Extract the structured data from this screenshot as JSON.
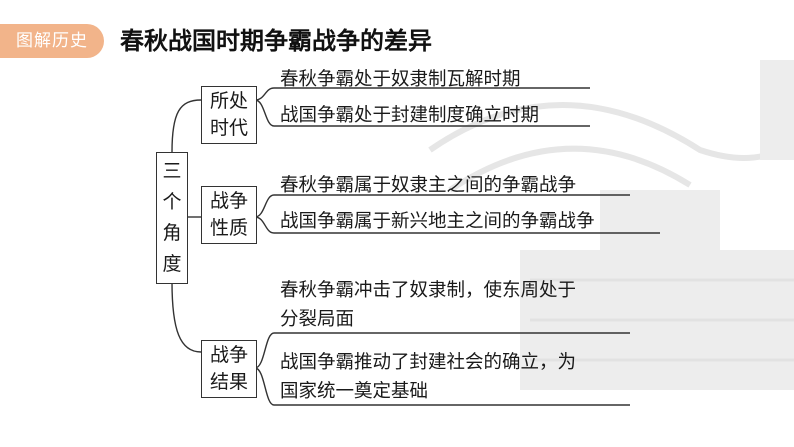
{
  "header": {
    "tag_label": "图解历史",
    "title": "春秋战国时期争霸战争的差异"
  },
  "mindmap": {
    "root_label": "三个角度",
    "branches": [
      {
        "label": "所处时代",
        "items": [
          "春秋争霸处于奴隶制瓦解时期",
          "战国争霸处于封建制度确立时期"
        ]
      },
      {
        "label": "战争性质",
        "items": [
          "春秋争霸属于奴隶主之间的争霸战争",
          "战国争霸属于新兴地主之间的争霸战争"
        ]
      },
      {
        "label": "战争结果",
        "items": [
          [
            "春秋争霸冲击了奴隶制，使东周处于",
            "分裂局面"
          ],
          [
            "战国争霸推动了封建社会的确立，为",
            "国家统一奠定基础"
          ]
        ]
      }
    ]
  },
  "colors": {
    "tag_bg": "#f2b48a",
    "line": "#333333",
    "decor": "#e4e4e4"
  }
}
